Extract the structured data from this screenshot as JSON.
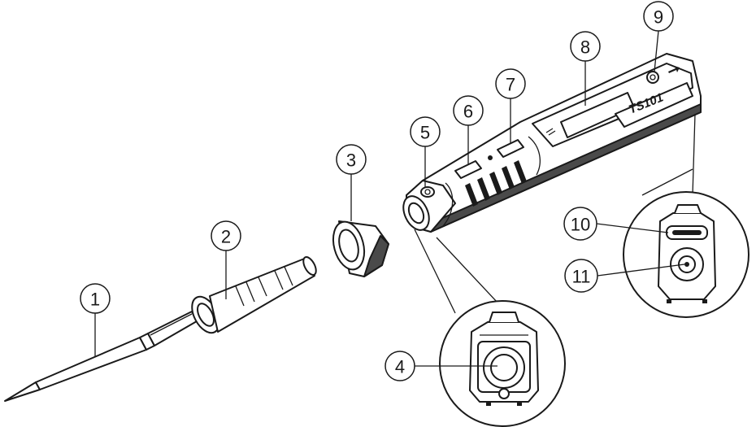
{
  "diagram": {
    "brand_label": "TS101",
    "callouts": [
      {
        "id": "1",
        "label": "1"
      },
      {
        "id": "2",
        "label": "2"
      },
      {
        "id": "3",
        "label": "3"
      },
      {
        "id": "4",
        "label": "4"
      },
      {
        "id": "5",
        "label": "5"
      },
      {
        "id": "6",
        "label": "6"
      },
      {
        "id": "7",
        "label": "7"
      },
      {
        "id": "8",
        "label": "8"
      },
      {
        "id": "9",
        "label": "9"
      },
      {
        "id": "10",
        "label": "10"
      },
      {
        "id": "11",
        "label": "11"
      }
    ],
    "colors": {
      "line": "#1a1a1a",
      "background": "#ffffff"
    }
  }
}
